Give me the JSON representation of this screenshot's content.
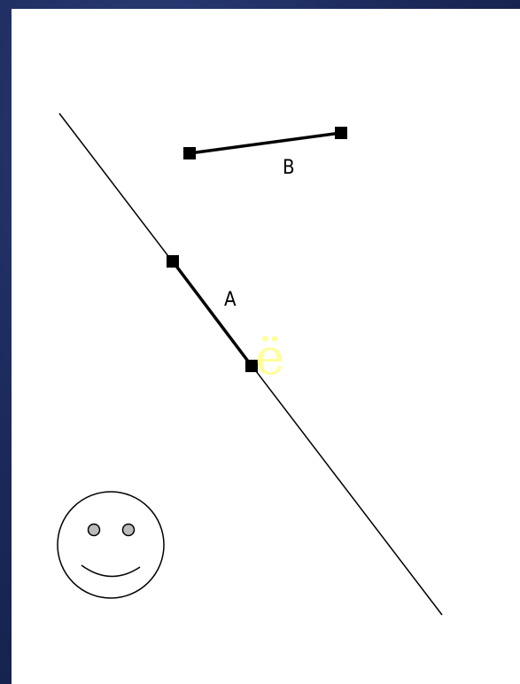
{
  "labels": {
    "segment_a": "A",
    "segment_b": "B",
    "glyph": "ë"
  },
  "colors": {
    "background": "#1c2a5c",
    "canvas": "#ffffff",
    "stroke": "#000000",
    "glyph": "#ffff99",
    "eye_fill": "#bbbbbb"
  },
  "icons": {
    "face": "smiley-face-icon"
  }
}
